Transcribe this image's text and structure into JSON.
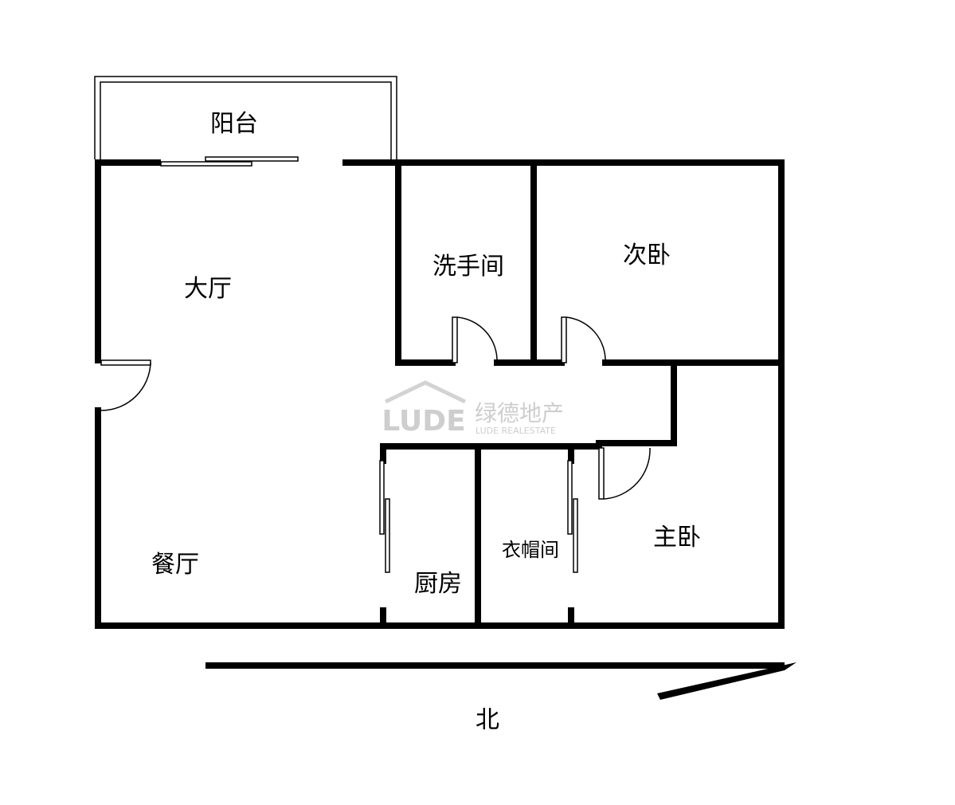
{
  "rooms": {
    "balcony": "阳台",
    "living_room": "大厅",
    "bathroom": "洗手间",
    "second_bedroom": "次卧",
    "dining_room": "餐厅",
    "kitchen": "厨房",
    "cloakroom": "衣帽间",
    "master_bedroom": "主卧"
  },
  "compass": {
    "label": "北"
  },
  "watermark": {
    "logo": "LUDE",
    "name": "绿德地产",
    "subtitle": "LUDE REALESTATE"
  }
}
